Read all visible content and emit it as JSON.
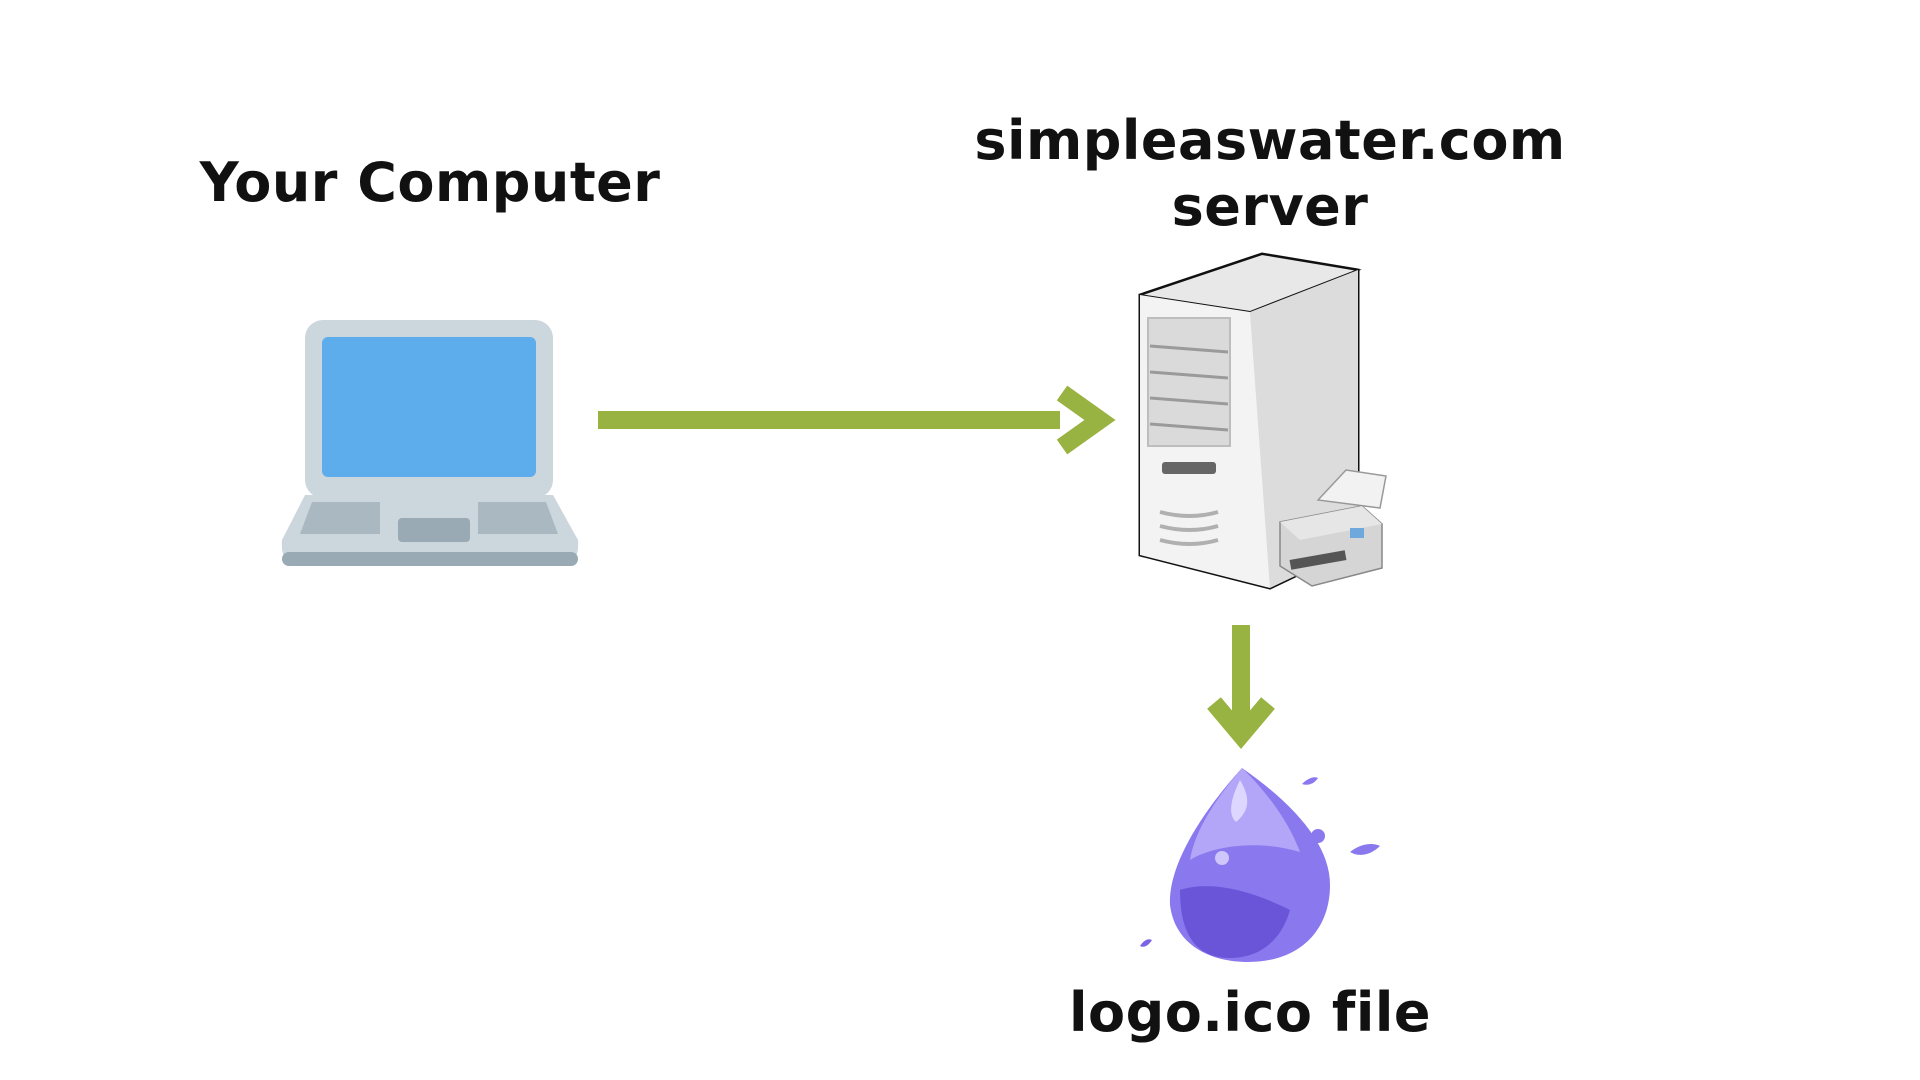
{
  "nodes": {
    "computer": {
      "label": "Your Computer"
    },
    "server": {
      "label_line1": "simpleaswater.com",
      "label_line2": "server"
    },
    "logo": {
      "label": "logo.ico file"
    }
  },
  "colors": {
    "arrow": "#99b342",
    "laptop_body": "#ccd6dd",
    "laptop_screen": "#5dadec",
    "laptop_base": "#99aab5",
    "logo_purple": "#7b62e6"
  },
  "icons": [
    "laptop-icon",
    "server-tower-icon",
    "printer-icon",
    "water-drop-logo-icon"
  ]
}
